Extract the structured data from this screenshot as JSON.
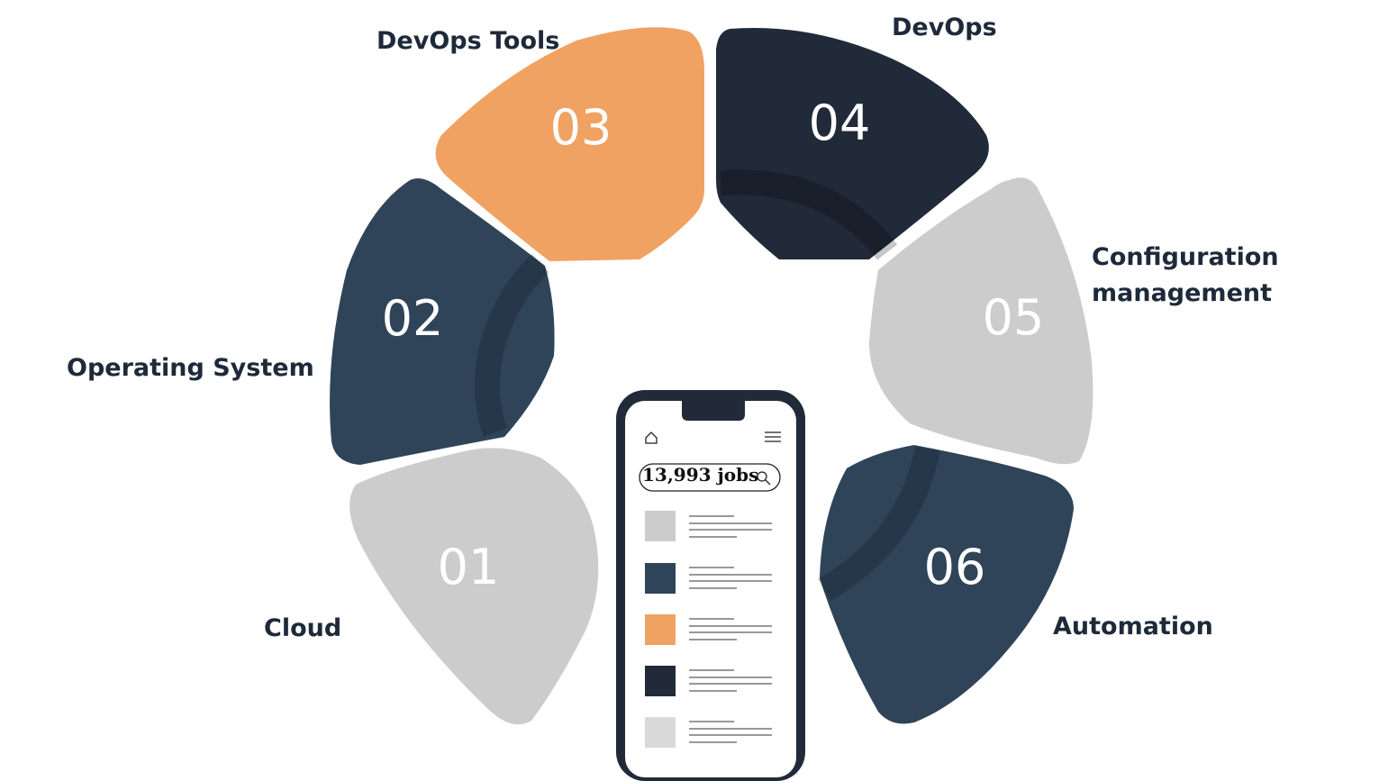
{
  "colors": {
    "light_gray": "#cccccc",
    "slate_blue": "#2f4459",
    "orange": "#f0a263",
    "dark_navy": "#212a38",
    "text_dark": "#1e2a3a"
  },
  "segments": [
    {
      "number": "01",
      "label": "Cloud",
      "color": "#cccccc"
    },
    {
      "number": "02",
      "label": "Operating System",
      "color": "#2f4459"
    },
    {
      "number": "03",
      "label": "DevOps Tools",
      "color": "#f0a263"
    },
    {
      "number": "04",
      "label": "DevOps",
      "color": "#212a38"
    },
    {
      "number": "05",
      "label_line1": "Configuration",
      "label_line2": "management",
      "color": "#cccccc"
    },
    {
      "number": "06",
      "label": "Automation",
      "color": "#2f4459"
    }
  ],
  "phone": {
    "search_text": "13,993 jobs",
    "home_icon": "home-icon",
    "menu_icon": "hamburger-menu-icon",
    "search_icon": "search-icon",
    "list_swatches": [
      "#cccccc",
      "#2f4459",
      "#f0a263",
      "#212a38",
      "#d9d9d9"
    ]
  }
}
